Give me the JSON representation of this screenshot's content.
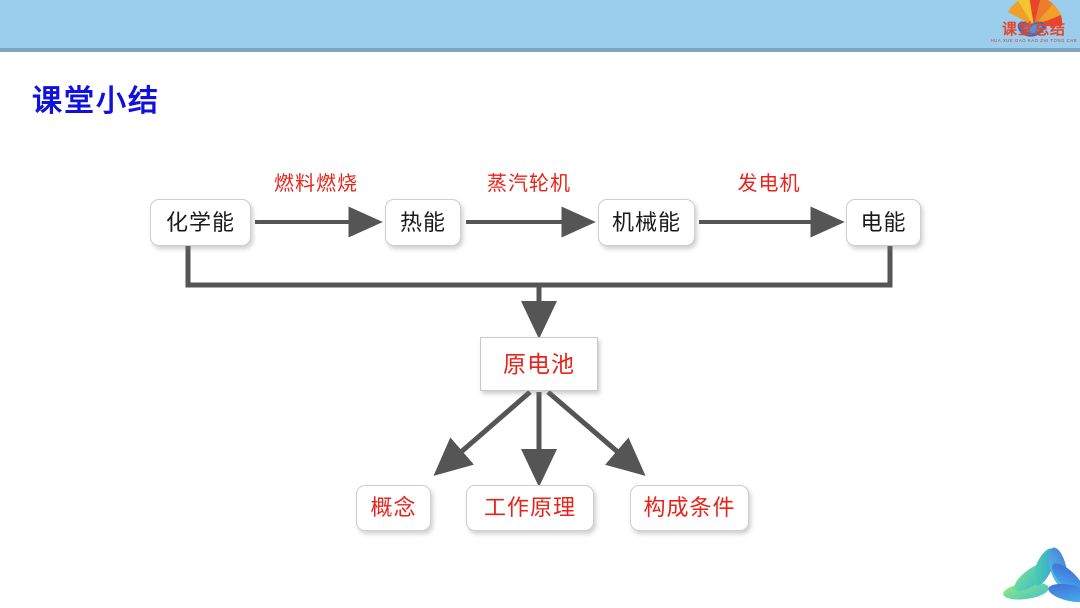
{
  "slide": {
    "title": "课堂小结",
    "title_color": "#1010DF",
    "header_color": "#9BCDEC",
    "header_rule_color": "#7FA5C0",
    "background": "#FFFFFF"
  },
  "logo": {
    "name": "课堂总结",
    "subtitle": "HUA XUE GAO KAO ZHI TONG CHE",
    "text_color": "#E8442B"
  },
  "diagram": {
    "arrow_color": "#555555",
    "node_text_black": "#1A1A1A",
    "node_text_red": "#E8231A",
    "energy_chain": [
      {
        "label": "化学能"
      },
      {
        "label": "热能"
      },
      {
        "label": "机械能"
      },
      {
        "label": "电能"
      }
    ],
    "chain_transitions": [
      {
        "label": "燃料燃烧"
      },
      {
        "label": "蒸汽轮机"
      },
      {
        "label": "发电机"
      }
    ],
    "center_node": {
      "label": "原电池"
    },
    "branches": [
      {
        "label": "概念"
      },
      {
        "label": "工作原理"
      },
      {
        "label": "构成条件"
      }
    ]
  }
}
